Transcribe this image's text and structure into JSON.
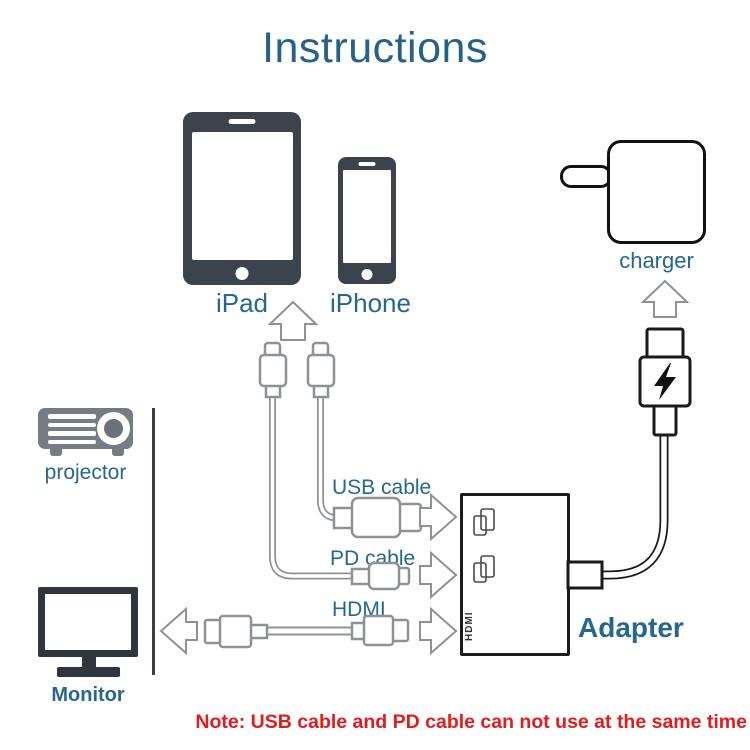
{
  "title": "Instructions",
  "devices": {
    "ipad": {
      "label": "iPad"
    },
    "iphone": {
      "label": "iPhone"
    },
    "charger": {
      "label": "charger"
    },
    "adapter": {
      "label": "Adapter",
      "port_label": "HDMI"
    },
    "projector": {
      "label": "projector"
    },
    "monitor": {
      "label": "Monitor"
    }
  },
  "cables": {
    "usb": {
      "label": "USB cable"
    },
    "pd": {
      "label": "PD cable"
    },
    "hdmi": {
      "label": "HDMI"
    }
  },
  "note": "Note: USB cable and PD cable can not use at the same time",
  "icons": [
    "ipad-icon",
    "iphone-icon",
    "charger-icon",
    "lightning-bolt-icon",
    "power-connector-icon",
    "adapter-icon",
    "usb-port-icon",
    "hdmi-port-icon",
    "projector-icon",
    "monitor-icon",
    "arrow-up-icon",
    "arrow-right-icon",
    "arrow-left-icon"
  ],
  "colors": {
    "accent_blue": "#26678f",
    "title_blue": "#266288",
    "note_red": "#e41b1d",
    "device_dark": "#3c434b",
    "outline_black": "#1a1a1a",
    "line_gray": "#8e9196",
    "projector_gray": "#767c84",
    "monitor_dark": "#30363d"
  }
}
